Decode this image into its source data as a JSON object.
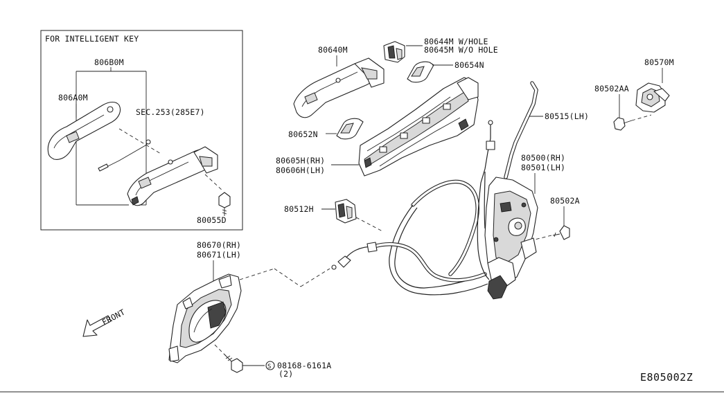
{
  "inset_title": "FOR INTELLIGENT KEY",
  "labels": {
    "p80680m": "806B0M",
    "p806a0m": "806A0M",
    "sec253": "SEC.253(285E7)",
    "p80055d": "80055D",
    "p80640m": "80640M",
    "p80644m": "80644M  W/HOLE",
    "p80645m": "80645M  W/O HOLE",
    "p80654n": "80654N",
    "p80652n": "80652N",
    "p80605h": "80605H(RH)",
    "p80606h": "80606H(LH)",
    "p80515": "80515(LH)",
    "p80500": "80500(RH)",
    "p80501": "80501(LH)",
    "p80502aa": "80502AA",
    "p80570m": "80570M",
    "p80502a": "80502A",
    "p80512h": "80512H",
    "p80670": "80670(RH)",
    "p80671": "80671(LH)",
    "front": "FRONT",
    "bolt_ref": "08168-6161A",
    "bolt_qty": "(2)",
    "bolt_symbol": "S"
  },
  "diagram_code": "E805002Z"
}
